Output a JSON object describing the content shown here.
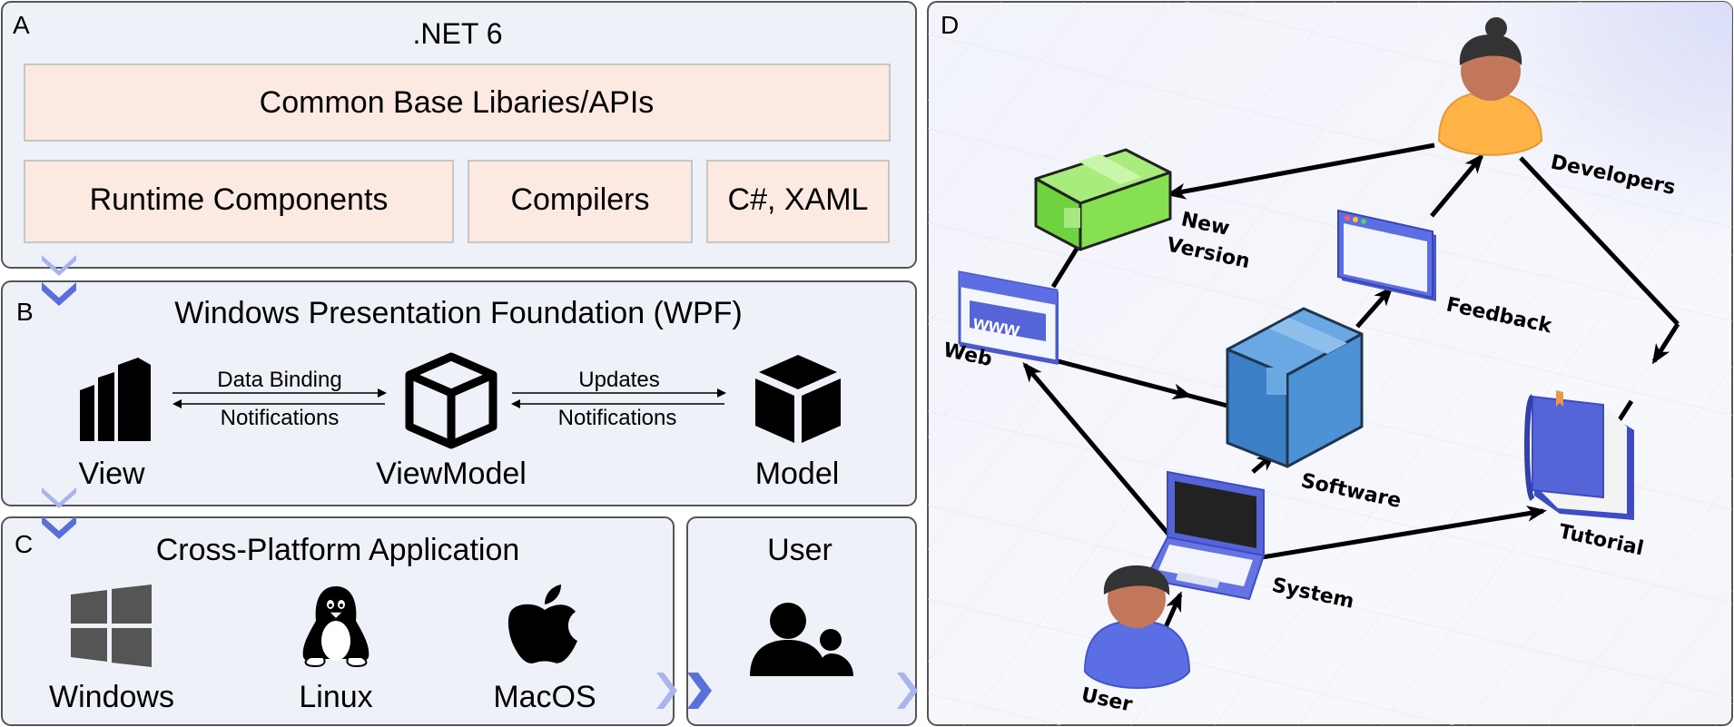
{
  "panel_a": {
    "letter": "A",
    "title": ".NET 6",
    "base_libraries": "Common Base Libaries/APIs",
    "runtime_components": "Runtime Components",
    "compilers": "Compilers",
    "languages": "C#, XAML"
  },
  "panel_b": {
    "letter": "B",
    "title": "Windows Presentation Foundation (WPF)",
    "view": "View",
    "viewmodel": "ViewModel",
    "model": "Model",
    "data_binding": "Data Binding",
    "notifications_left": "Notifications",
    "updates": "Updates",
    "notifications_right": "Notifications"
  },
  "panel_c": {
    "letter": "C",
    "title": "Cross-Platform Application",
    "windows": "Windows",
    "linux": "Linux",
    "macos": "MacOS"
  },
  "panel_user": {
    "title": "User"
  },
  "panel_d": {
    "letter": "D",
    "developers": "Developers",
    "new_version_line1": "New",
    "new_version_line2": "Version",
    "feedback": "Feedback",
    "web": "Web",
    "software": "Software",
    "tutorial": "Tutorial",
    "system": "System",
    "user": "User"
  },
  "icons": {
    "view": "view-layers-icon",
    "viewmodel": "viewmodel-cube-icon",
    "model": "model-cube-icon",
    "windows": "windows-logo-icon",
    "linux": "linux-tux-icon",
    "macos": "apple-logo-icon",
    "user_group": "user-group-icon"
  },
  "colors": {
    "panel_fill": "#eef1f7",
    "panel_border": "#555555",
    "box_fill": "#fbe9e2",
    "chevron": "#5a6fd8",
    "box_green": "#7ed957",
    "box_blue": "#4a8fd4",
    "device_blue": "#5565d8",
    "skin": "#c2775a",
    "developer_shirt": "#ffb347"
  }
}
